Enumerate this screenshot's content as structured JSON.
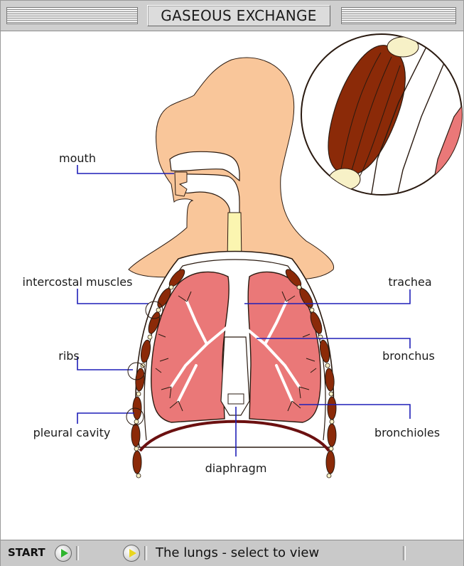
{
  "header": {
    "title": "GASEOUS EXCHANGE"
  },
  "labels": {
    "mouth": "mouth",
    "intercostal_muscles": "intercostal muscles",
    "ribs": "ribs",
    "pleural_cavity": "pleural cavity",
    "diaphragm": "diaphragm",
    "trachea": "trachea",
    "bronchus": "bronchus",
    "bronchioles": "bronchioles"
  },
  "footer": {
    "start_label": "START",
    "status": "The lungs - select to view"
  },
  "colors": {
    "skin": "#f9c69a",
    "lung": "#ea7878",
    "muscle": "#8b2a08",
    "bone": "#f7f1c7",
    "leader_line": "#1f1fb8",
    "play_green": "#2fb52f",
    "play_yellow": "#e9d51f"
  },
  "icons": [
    "start-play-icon",
    "view-play-icon"
  ]
}
